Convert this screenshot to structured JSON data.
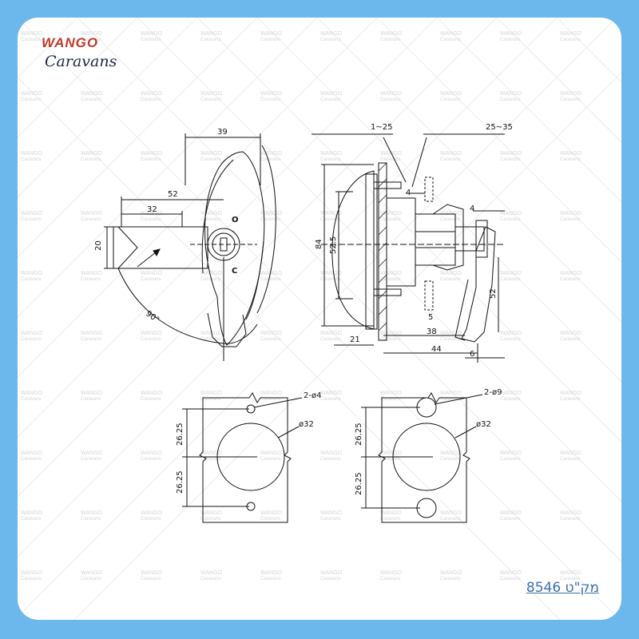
{
  "logo": {
    "brand_top": "WANGO",
    "brand_bottom": "Caravans",
    "accent_color": "#c0392b"
  },
  "watermark": {
    "line1": "WANGO",
    "line2": "Caravans"
  },
  "drawing": {
    "front_view": {
      "width_label": "39",
      "depth_label": "52",
      "bolt_depth_label": "32",
      "bolt_height_label": "20",
      "angle_label": "90°",
      "open_label": "O",
      "close_label": "C"
    },
    "side_view": {
      "thickness_label": "1~25",
      "range_label": "25~35",
      "height_label": "84",
      "inner_height_label": "52.5",
      "depth_label": "21",
      "nut_label": "4",
      "gap_label": "4",
      "bottom_gap_label": "5",
      "length_a_label": "38",
      "length_b_label": "44",
      "offset_label": "6",
      "cam_label": "52"
    },
    "cutout_left": {
      "hole_label": "2-ø4",
      "diameter_label": "ø32",
      "upper_spacing_label": "26.25",
      "lower_spacing_label": "26.25"
    },
    "cutout_right": {
      "hole_label": "2-ø9",
      "diameter_label": "ø32",
      "upper_spacing_label": "26.25",
      "lower_spacing_label": "26.25"
    }
  },
  "sku_label": "מק\"ט 8546"
}
